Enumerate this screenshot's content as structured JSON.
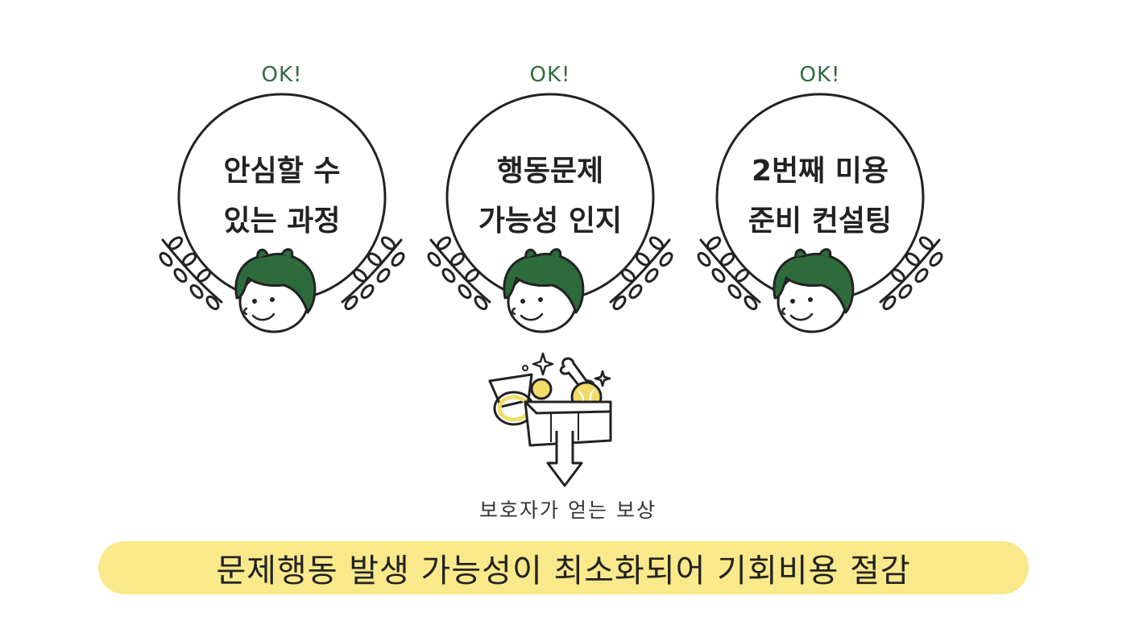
{
  "badges": [
    {
      "ok": "OK!",
      "line1": "안심할 수",
      "line2": "있는 과정"
    },
    {
      "ok": "OK!",
      "line1": "행동문제",
      "line2": "가능성 인지"
    },
    {
      "ok": "OK!",
      "line1": "2번째 미용",
      "line2": "준비 컨설팅"
    }
  ],
  "reward_caption": "보호자가 얻는 보상",
  "banner": "문제행동 발생 가능성이 최소화되어 기회비용 절감",
  "colors": {
    "ink": "#222222",
    "leaf_green": "#2f6b3f",
    "hair_green": "#2e6b3c",
    "banner_yellow": "#f9e98a",
    "toy_yellow": "#f1dc6a"
  }
}
